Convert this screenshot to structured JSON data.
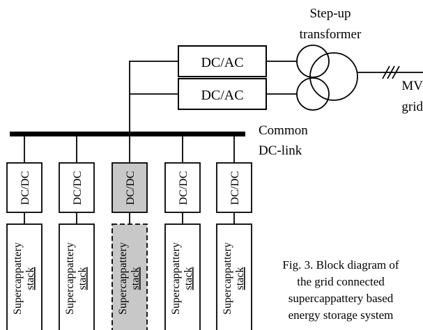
{
  "transformer_label": [
    "Step-up",
    "transformer"
  ],
  "converters_ac": [
    {
      "label": "DC/AC"
    },
    {
      "label": "DC/AC"
    }
  ],
  "grid_label": [
    "MV",
    "grid"
  ],
  "dc_link_label": [
    "Common",
    "DC-link"
  ],
  "branches": [
    {
      "converter": "DC/DC",
      "stack": [
        "Supercappattery",
        "stack"
      ],
      "highlighted": false
    },
    {
      "converter": "DC/DC",
      "stack": [
        "Supercappattery",
        "stack"
      ],
      "highlighted": false
    },
    {
      "converter": "DC/DC",
      "stack": [
        "Supercappattery",
        "stack"
      ],
      "highlighted": true
    },
    {
      "converter": "DC/DC",
      "stack": [
        "Supercappattery",
        "stack"
      ],
      "highlighted": false
    },
    {
      "converter": "DC/DC",
      "stack": [
        "Supercappattery",
        "stack"
      ],
      "highlighted": false
    }
  ],
  "caption": [
    "Fig. 3. Block diagram of",
    "the grid connected",
    "supercappattery based",
    "energy storage system"
  ],
  "colors": {
    "line": "#000000",
    "highlight_fill": "#c8c8c8",
    "background": "#ffffff"
  }
}
